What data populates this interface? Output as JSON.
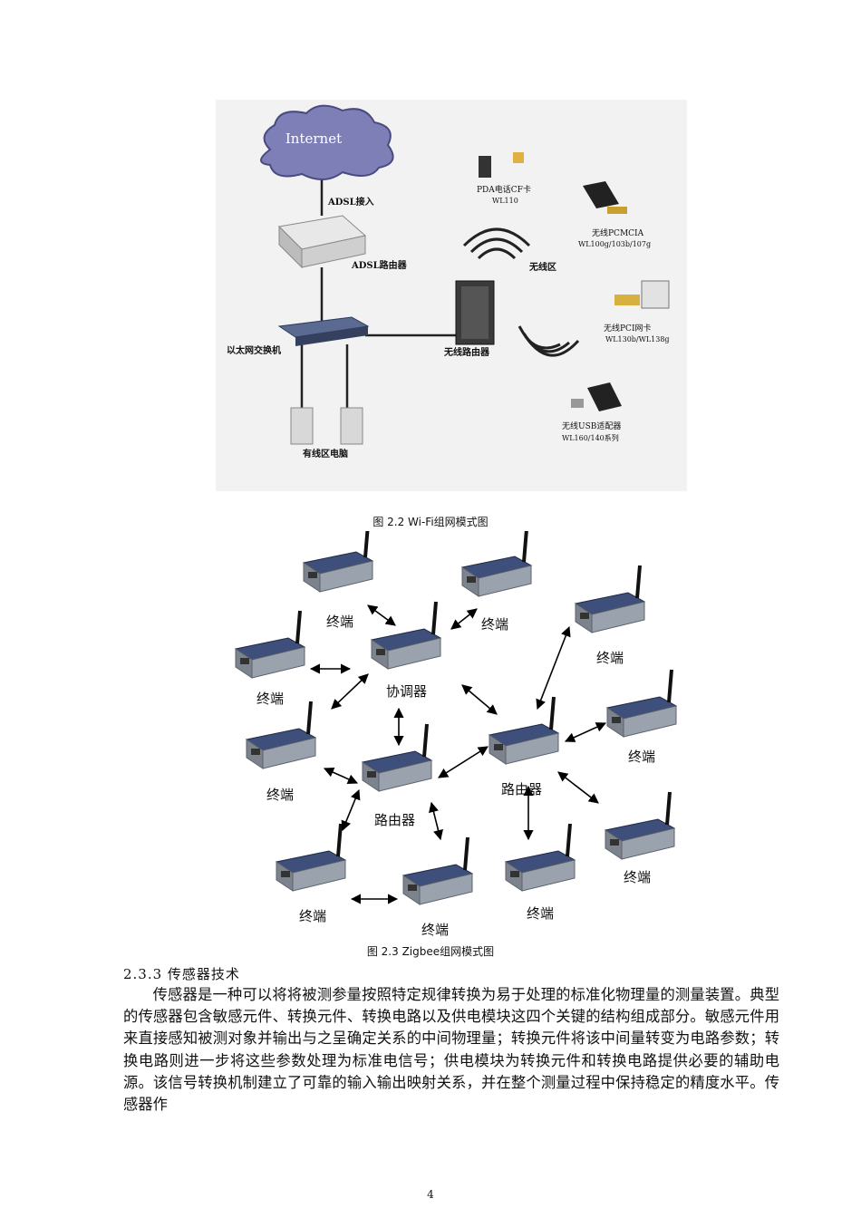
{
  "figure1": {
    "internet": "Internet",
    "adsl_access": "ADSL接入",
    "adsl_router": "ADSL路由器",
    "ethernet_switch": "以太网交换机",
    "wireless_router": "无线路由器",
    "wireless_zone": "无线区",
    "wired_pc": "有线区电脑",
    "pda_line1": "PDA电话CF卡",
    "pda_line2": "WL110",
    "pcmcia_line1": "无线PCMCIA",
    "pcmcia_line2": "WL100g/103b/107g",
    "pci_line1": "无线PCI网卡",
    "pci_line2": "WL130b/WL138g",
    "usb_line1": "无线USB适配器",
    "usb_line2": "WL160/140系列"
  },
  "caption1": "图 2.2 Wi-Fi组网模式图",
  "figure2": {
    "terminal": "终端",
    "coordinator": "协调器",
    "router": "路由器"
  },
  "caption2": "图 2.3 Zigbee组网模式图",
  "section_heading": "2.3.3 传感器技术",
  "paragraph": "传感器是一种可以将将被测参量按照特定规律转换为易于处理的标准化物理量的测量装置。典型的传感器包含敏感元件、转换元件、转换电路以及供电模块这四个关键的结构组成部分。敏感元件用来直接感知被测对象并输出与之呈确定关系的中间物理量；转换元件将该中间量转变为电路参数；转换电路则进一步将这些参数处理为标准电信号；供电模块为转换元件和转换电路提供必要的辅助电源。该信号转换机制建立了可靠的输入输出映射关系，并在整个测量过程中保持稳定的精度水平。传感器作",
  "page_number": "4"
}
